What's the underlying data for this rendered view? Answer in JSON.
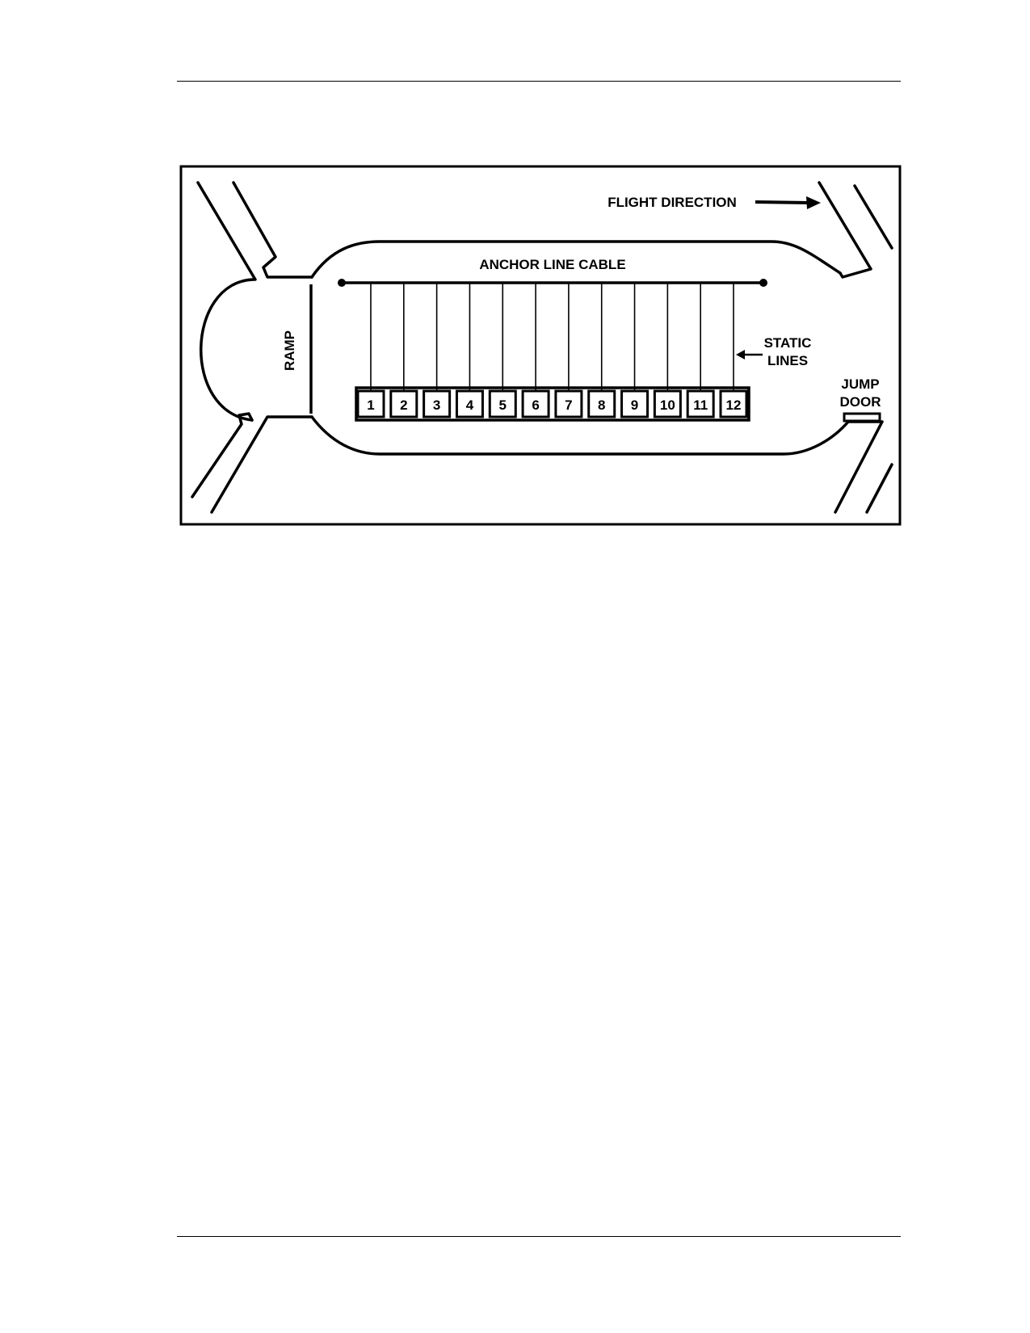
{
  "diagram": {
    "flight_direction": "FLIGHT DIRECTION",
    "anchor_line_cable": "ANCHOR LINE CABLE",
    "ramp": "RAMP",
    "static_lines": [
      "STATIC",
      "LINES"
    ],
    "jump_door": [
      "JUMP",
      "DOOR"
    ],
    "jumpers": [
      "1",
      "2",
      "3",
      "4",
      "5",
      "6",
      "7",
      "8",
      "9",
      "10",
      "11",
      "12"
    ]
  }
}
